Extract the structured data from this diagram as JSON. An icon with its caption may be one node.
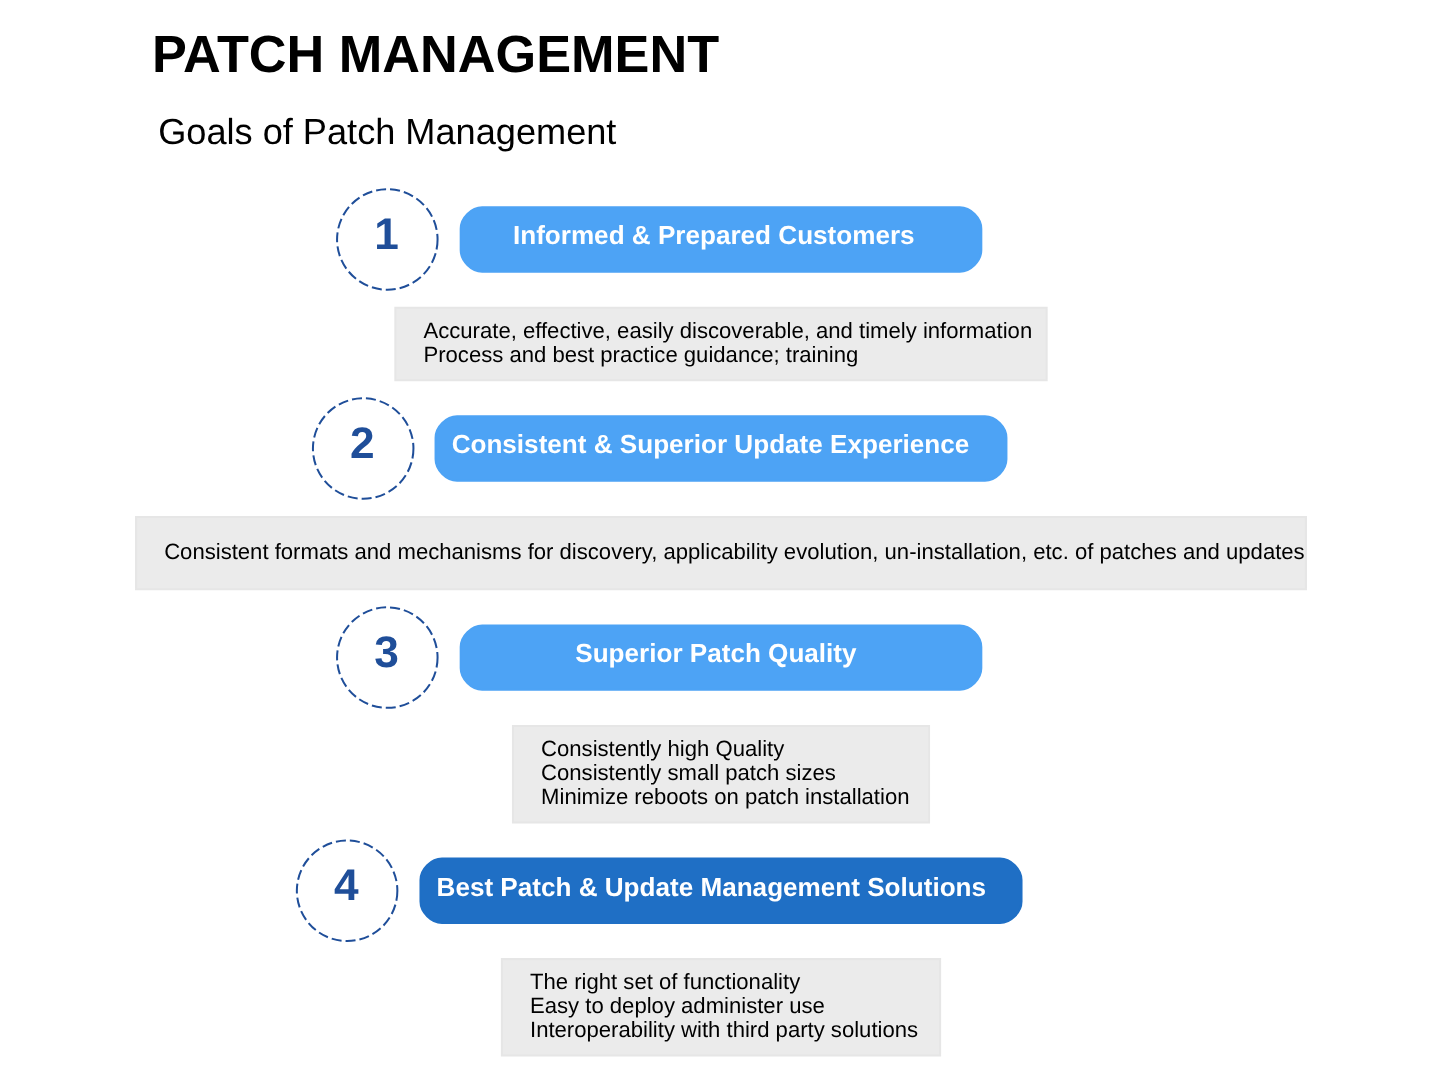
{
  "diagram": {
    "title": "PATCH MANAGEMENT",
    "nodes": [
      {
        "text": [
          "1"
        ]
      },
      {
        "text": [
          "Informed & Prepared Customers"
        ]
      },
      {
        "text": [
          "Accurate, effective, easily discoverable, and timely information",
          "Process and best practice guidance; training"
        ]
      },
      {
        "text": [
          "2"
        ]
      },
      {
        "text": [
          "Consistent & Superior Update Experience"
        ]
      },
      {
        "text": [
          "Consistent formats and mechanisms for discovery, applicability evolution, un-installation, etc. of patches and updates"
        ]
      },
      {
        "text": [
          "3"
        ]
      },
      {
        "text": [
          "Superior Patch Quality"
        ]
      },
      {
        "text": [
          "Consistently high Quality",
          "Consistently small patch sizes",
          "Minimize reboots on patch installation"
        ]
      },
      {
        "text": [
          "4"
        ]
      },
      {
        "text": [
          "Best Patch & Update Management Solutions"
        ]
      },
      {
        "text": [
          "The right set of functionality",
          "Easy to deploy administer use",
          "Interoperability with third party solutions"
        ]
      }
    ],
    "labels": [
      "Goals of Patch Management"
    ]
  }
}
